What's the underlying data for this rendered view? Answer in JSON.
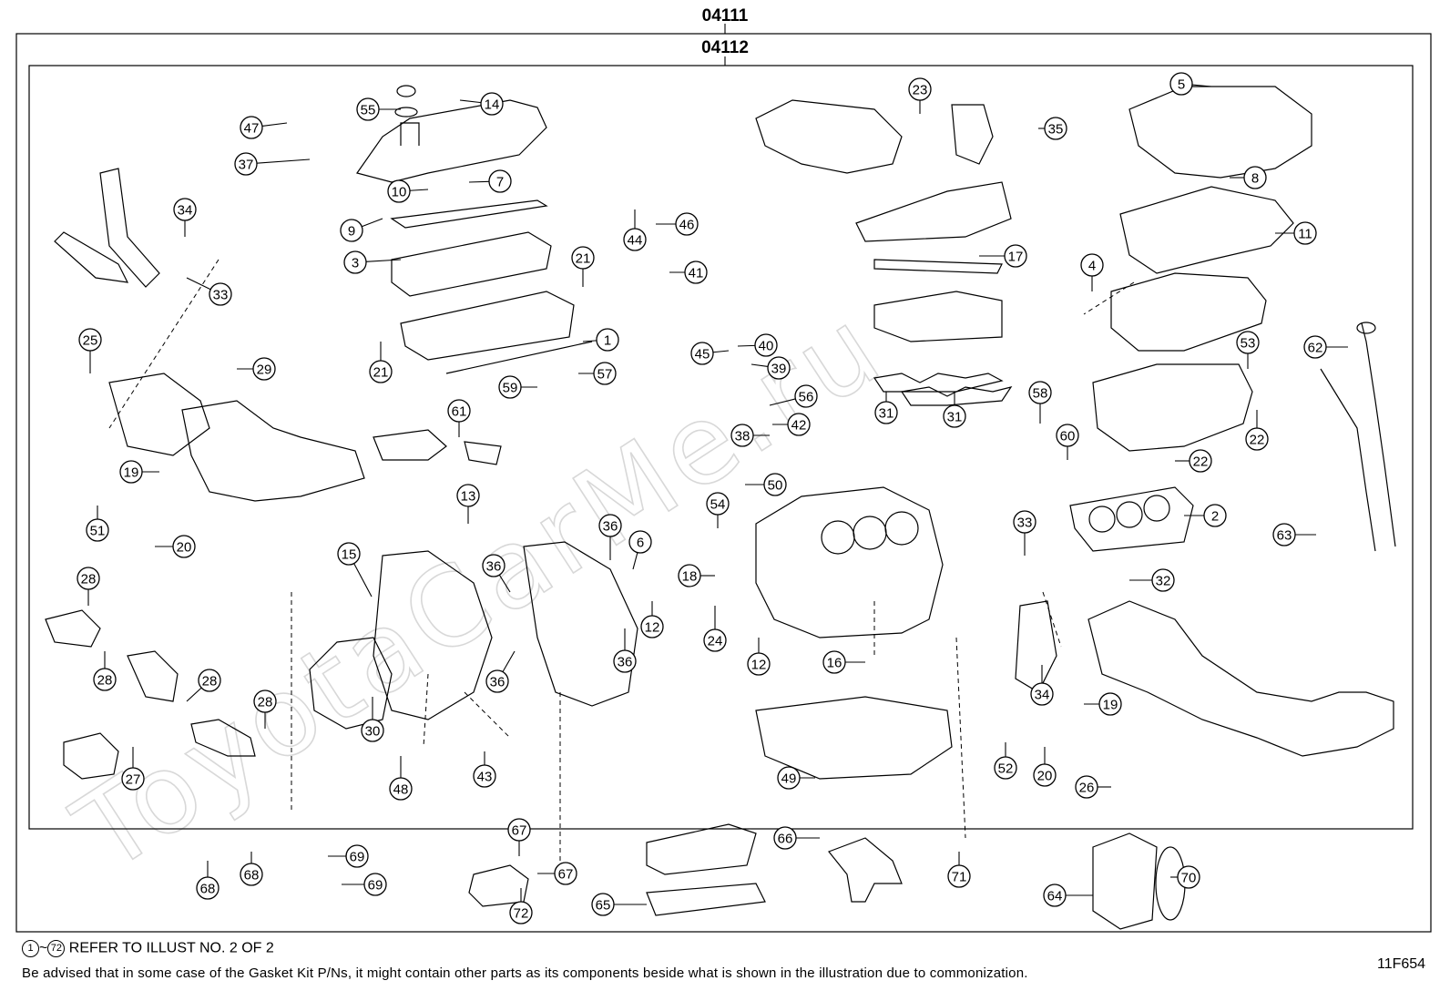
{
  "kit_outer": "04111",
  "kit_inner": "04112",
  "watermark": "ToyotaCarMe.ru",
  "footer": {
    "ref_start": "1",
    "ref_sep": "~",
    "ref_end": "72",
    "ref_text": "REFER TO ILLUST NO. 2 OF 2",
    "note": "Be advised that in some case of the Gasket Kit P/Ns,  it might contain other parts as its components beside what is shown in the illustration due to commonization."
  },
  "illustration_code": "11F654",
  "callouts": [
    "55",
    "14",
    "47",
    "37",
    "10",
    "7",
    "9",
    "3",
    "34",
    "33",
    "21",
    "21",
    "25",
    "29",
    "1",
    "59",
    "57",
    "44",
    "46",
    "41",
    "45",
    "40",
    "39",
    "56",
    "42",
    "38",
    "23",
    "35",
    "17",
    "31",
    "31",
    "5",
    "8",
    "11",
    "4",
    "53",
    "22",
    "62",
    "58",
    "60",
    "22",
    "2",
    "63",
    "61",
    "19",
    "51",
    "20",
    "13",
    "50",
    "54",
    "36",
    "6",
    "36",
    "18",
    "24",
    "12",
    "36",
    "12",
    "36",
    "16",
    "15",
    "28",
    "28",
    "28",
    "28",
    "27",
    "30",
    "48",
    "43",
    "33",
    "32",
    "34",
    "19",
    "52",
    "20",
    "26",
    "49",
    "68",
    "68",
    "69",
    "69",
    "67",
    "67",
    "72",
    "65",
    "66",
    "71",
    "64",
    "70"
  ]
}
